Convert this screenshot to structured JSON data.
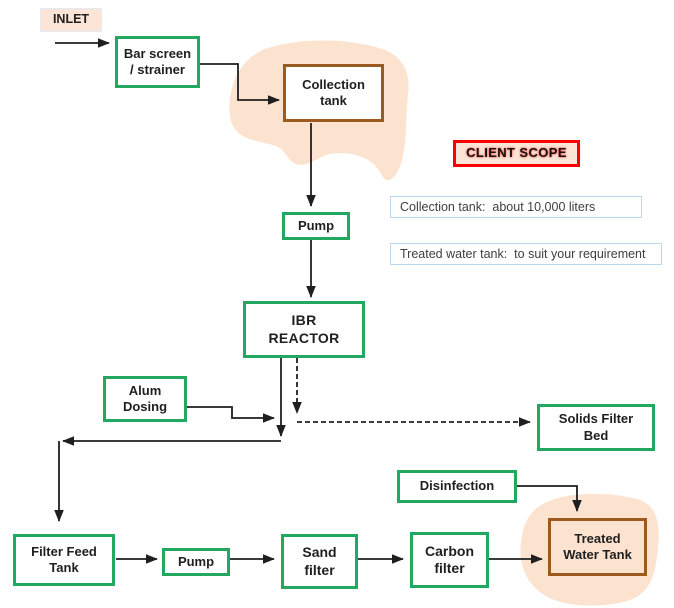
{
  "colors": {
    "box_border_green": "#23A95F",
    "box_border_brown": "#9C5A1E",
    "client_scope_border_red": "#FA0000",
    "peach_fill": "#FCE4D6",
    "blob_fill": "#FBE3D0",
    "note_border_blue": "#BDD7EE",
    "connector_line": "#1F1F1F",
    "text": "#1F1F1F"
  },
  "nodes": {
    "inlet": "INLET",
    "bar_screen": "Bar screen\n/ strainer",
    "collection_tank": "Collection\ntank",
    "pump_1": "Pump",
    "ibr_reactor": "IBR\nREACTOR",
    "alum_dosing": "Alum\nDosing",
    "solids_filter_bed": "Solids Filter\nBed",
    "disinfection": "Disinfection",
    "filter_feed_tank": "Filter Feed\nTank",
    "pump_2": "Pump",
    "sand_filter": "Sand\nfilter",
    "carbon_filter": "Carbon\nfilter",
    "treated_water_tank": "Treated\nWater Tank"
  },
  "annotations": {
    "client_scope": "CLIENT SCOPE",
    "note_collection_tank": "Collection tank:  about 10,000 liters",
    "note_treated_water_tank": "Treated water tank:  to suit your requirement"
  }
}
